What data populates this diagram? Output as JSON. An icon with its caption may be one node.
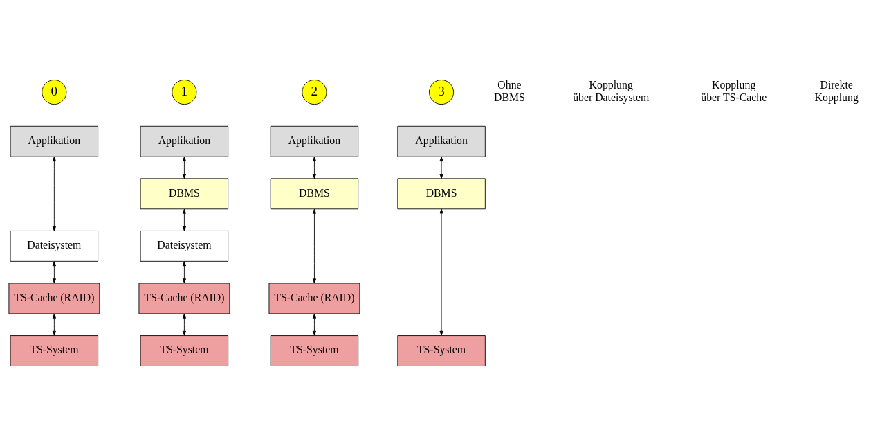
{
  "diagram": {
    "nodes": [
      {
        "text": [
          "0"
        ]
      },
      {
        "text": [
          "Applikation"
        ]
      },
      {
        "text": [
          "Dateisystem"
        ]
      },
      {
        "text": [
          "TS-Cache (RAID)"
        ]
      },
      {
        "text": [
          "TS-System"
        ]
      },
      {
        "text": [
          "1"
        ]
      },
      {
        "text": [
          "Applikation"
        ]
      },
      {
        "text": [
          "DBMS"
        ]
      },
      {
        "text": [
          "Dateisystem"
        ]
      },
      {
        "text": [
          "TS-Cache (RAID)"
        ]
      },
      {
        "text": [
          "TS-System"
        ]
      },
      {
        "text": [
          "2"
        ]
      },
      {
        "text": [
          "Applikation"
        ]
      },
      {
        "text": [
          "DBMS"
        ]
      },
      {
        "text": [
          "TS-Cache (RAID)"
        ]
      },
      {
        "text": [
          "TS-System"
        ]
      },
      {
        "text": [
          "3"
        ]
      },
      {
        "text": [
          "Applikation"
        ]
      },
      {
        "text": [
          "DBMS"
        ]
      },
      {
        "text": [
          "TS-System"
        ]
      }
    ],
    "edges": [
      {
        "from": 1,
        "to": 2,
        "arrow": "both"
      },
      {
        "from": 2,
        "to": 3,
        "arrow": "both"
      },
      {
        "from": 3,
        "to": 4,
        "arrow": "both"
      },
      {
        "from": 6,
        "to": 7,
        "arrow": "both"
      },
      {
        "from": 7,
        "to": 8,
        "arrow": "both"
      },
      {
        "from": 8,
        "to": 9,
        "arrow": "both"
      },
      {
        "from": 9,
        "to": 10,
        "arrow": "both"
      },
      {
        "from": 12,
        "to": 13,
        "arrow": "both"
      },
      {
        "from": 13,
        "to": 14,
        "arrow": "both"
      },
      {
        "from": 14,
        "to": 15,
        "arrow": "both"
      },
      {
        "from": 17,
        "to": 18,
        "arrow": "both"
      },
      {
        "from": 18,
        "to": 19,
        "arrow": "both"
      }
    ],
    "labels": [
      "Ohne DBMS",
      "Kopplung über Dateisystem",
      "Kopplung über TS-Cache",
      "Direkte Kopplung"
    ]
  }
}
